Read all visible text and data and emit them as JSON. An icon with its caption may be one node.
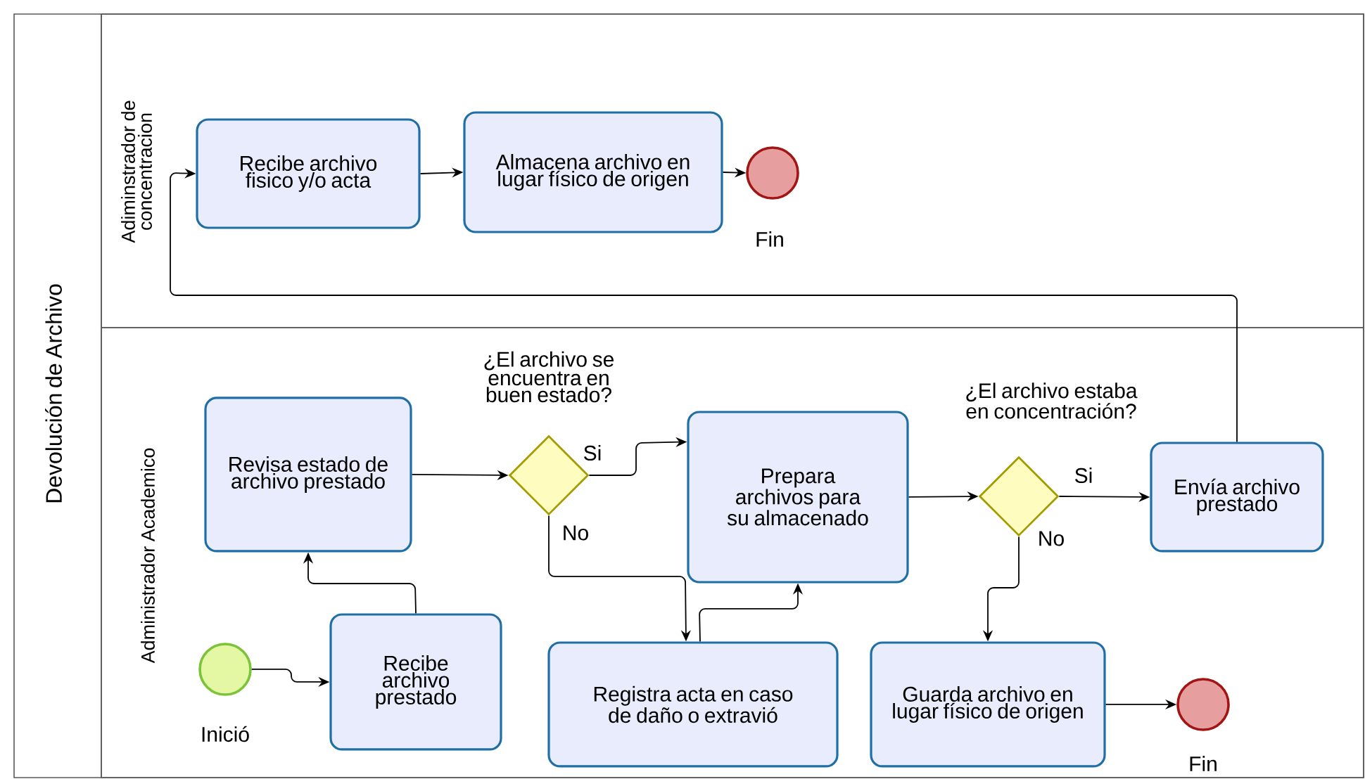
{
  "diagram": {
    "nodes": [
      {
        "text": [
          "Devolución de Archivo"
        ]
      },
      {
        "text": [
          "Adiminstrador de concentracion"
        ],
        "in": 0
      },
      {
        "text": [
          "Recibe archivo fisico y/o acta"
        ],
        "in": 1
      },
      {
        "text": [
          "Almacena archivo en lugar físico de origen"
        ],
        "in": 1
      },
      {
        "text": [],
        "shape": "circle",
        "beside": [
          "Fin"
        ],
        "in": 1
      },
      {
        "text": [
          "Administrador Academico"
        ],
        "in": 0
      },
      {
        "text": [],
        "shape": "circle",
        "beside": [
          "Inició"
        ],
        "in": 5
      },
      {
        "text": [
          "Recibe archivo prestado"
        ],
        "in": 5
      },
      {
        "text": [
          "Revisa estado de archivo prestado"
        ],
        "in": 5
      },
      {
        "text": [],
        "shape": "diamond",
        "beside": [
          "¿El archivo se encuentra en buen estado?"
        ],
        "in": 5
      },
      {
        "text": [
          "Prepara archivos para su almacenado"
        ],
        "in": 5
      },
      {
        "text": [
          "Registra acta en caso de daño o extravió"
        ],
        "in": 5
      },
      {
        "text": [],
        "shape": "diamond",
        "beside": [
          "¿El archivo estaba en concentración?"
        ],
        "in": 5
      },
      {
        "text": [
          "Envía archivo prestado"
        ],
        "in": 5
      },
      {
        "text": [
          "Guarda archivo en lugar físico de origen"
        ],
        "in": 5
      },
      {
        "text": [],
        "shape": "circle",
        "beside": [
          "Fin"
        ],
        "in": 5
      }
    ],
    "edges": [
      {
        "from": 6,
        "to": 7,
        "arrow": "to"
      },
      {
        "from": 7,
        "to": 8,
        "arrow": "to"
      },
      {
        "from": 8,
        "to": 9,
        "arrow": "to"
      },
      {
        "from": 9,
        "to": 10,
        "arrow": "to",
        "label": "Si"
      },
      {
        "from": 9,
        "to": 11,
        "arrow": "to",
        "label": "No"
      },
      {
        "from": 11,
        "to": 10,
        "arrow": "to"
      },
      {
        "from": 10,
        "to": 12,
        "arrow": "to"
      },
      {
        "from": 12,
        "to": 13,
        "arrow": "to",
        "label": "Si"
      },
      {
        "from": 12,
        "to": 14,
        "arrow": "to",
        "label": "No"
      },
      {
        "from": 14,
        "to": 15,
        "arrow": "to"
      },
      {
        "from": 13,
        "to": 2,
        "arrow": "to"
      },
      {
        "from": 2,
        "to": 3,
        "arrow": "to"
      },
      {
        "from": 3,
        "to": 4,
        "arrow": "to"
      }
    ]
  }
}
